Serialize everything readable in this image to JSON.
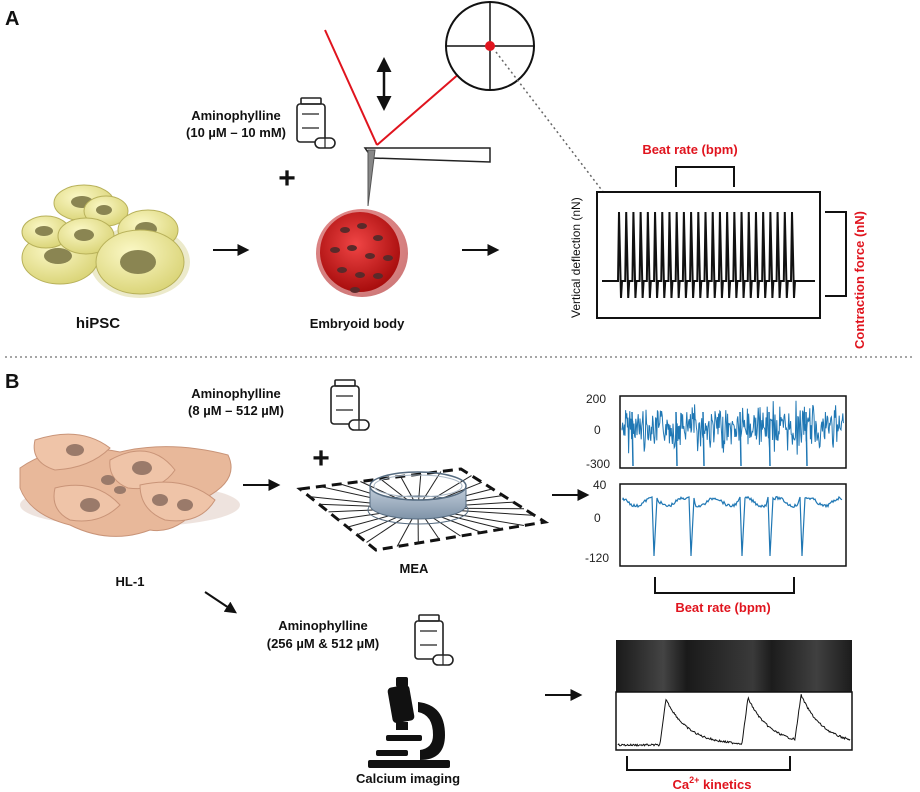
{
  "panel_a": {
    "letter": "A",
    "drug_line1": "Aminophylline",
    "drug_line2": "(10 µM – 10 mM)",
    "cells_label": "hiPSC",
    "eb_label": "Embryoid body",
    "beat_rate": "Beat rate (bpm)",
    "y_axis": "Vertical deflection (nN)",
    "contraction": "Contraction force (nN)"
  },
  "panel_b": {
    "letter": "B",
    "drug1_line1": "Aminophylline",
    "drug1_line2": "(8 µM – 512 µM)",
    "drug2_line1": "Aminophylline",
    "drug2_line2": "(256 µM & 512 µM)",
    "cells_label": "HL-1",
    "mea_label": "MEA",
    "beat_rate": "Beat rate (bpm)",
    "calcium_label": "Calcium imaging",
    "ca_kinetics_main": "Ca",
    "ca_kinetics_sup": "2+",
    "ca_kinetics_tail": " kinetics",
    "top_ticks": [
      "200",
      "0",
      "-300"
    ],
    "bottom_ticks": [
      "40",
      "0",
      "-120"
    ]
  },
  "colors": {
    "accent": "#e0141e",
    "trace": "#1f77b4",
    "hipsc_fill": "#ece99a",
    "hl1_fill": "#e8b89a",
    "eb_fill": "#d41515"
  }
}
